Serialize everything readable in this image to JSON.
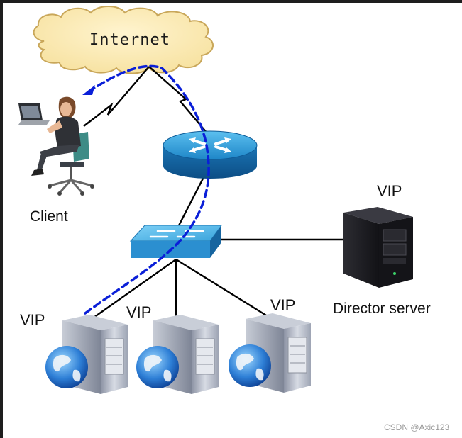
{
  "diagram": {
    "internet_label": "Internet",
    "client_label": "Client",
    "director": {
      "vip_label": "VIP",
      "name_label": "Director server"
    },
    "real_servers": [
      {
        "vip_label": "VIP"
      },
      {
        "vip_label": "VIP"
      },
      {
        "vip_label": "VIP"
      }
    ],
    "watermark": "CSDN @Axic123"
  },
  "colors": {
    "cloud_fill": "#f9e7ad",
    "cloud_stroke": "#c9a75a",
    "router_blue": "#1a7fc0",
    "switch_blue": "#2b9ad6",
    "packet_path": "#0a1fd8",
    "link": "#000000",
    "server_dark": "#1e1e22",
    "server_gray": "#a8aebb"
  },
  "icons": [
    "cloud-icon",
    "person-laptop-icon",
    "router-icon",
    "switch-icon",
    "tower-server-icon",
    "globe-server-icon"
  ]
}
